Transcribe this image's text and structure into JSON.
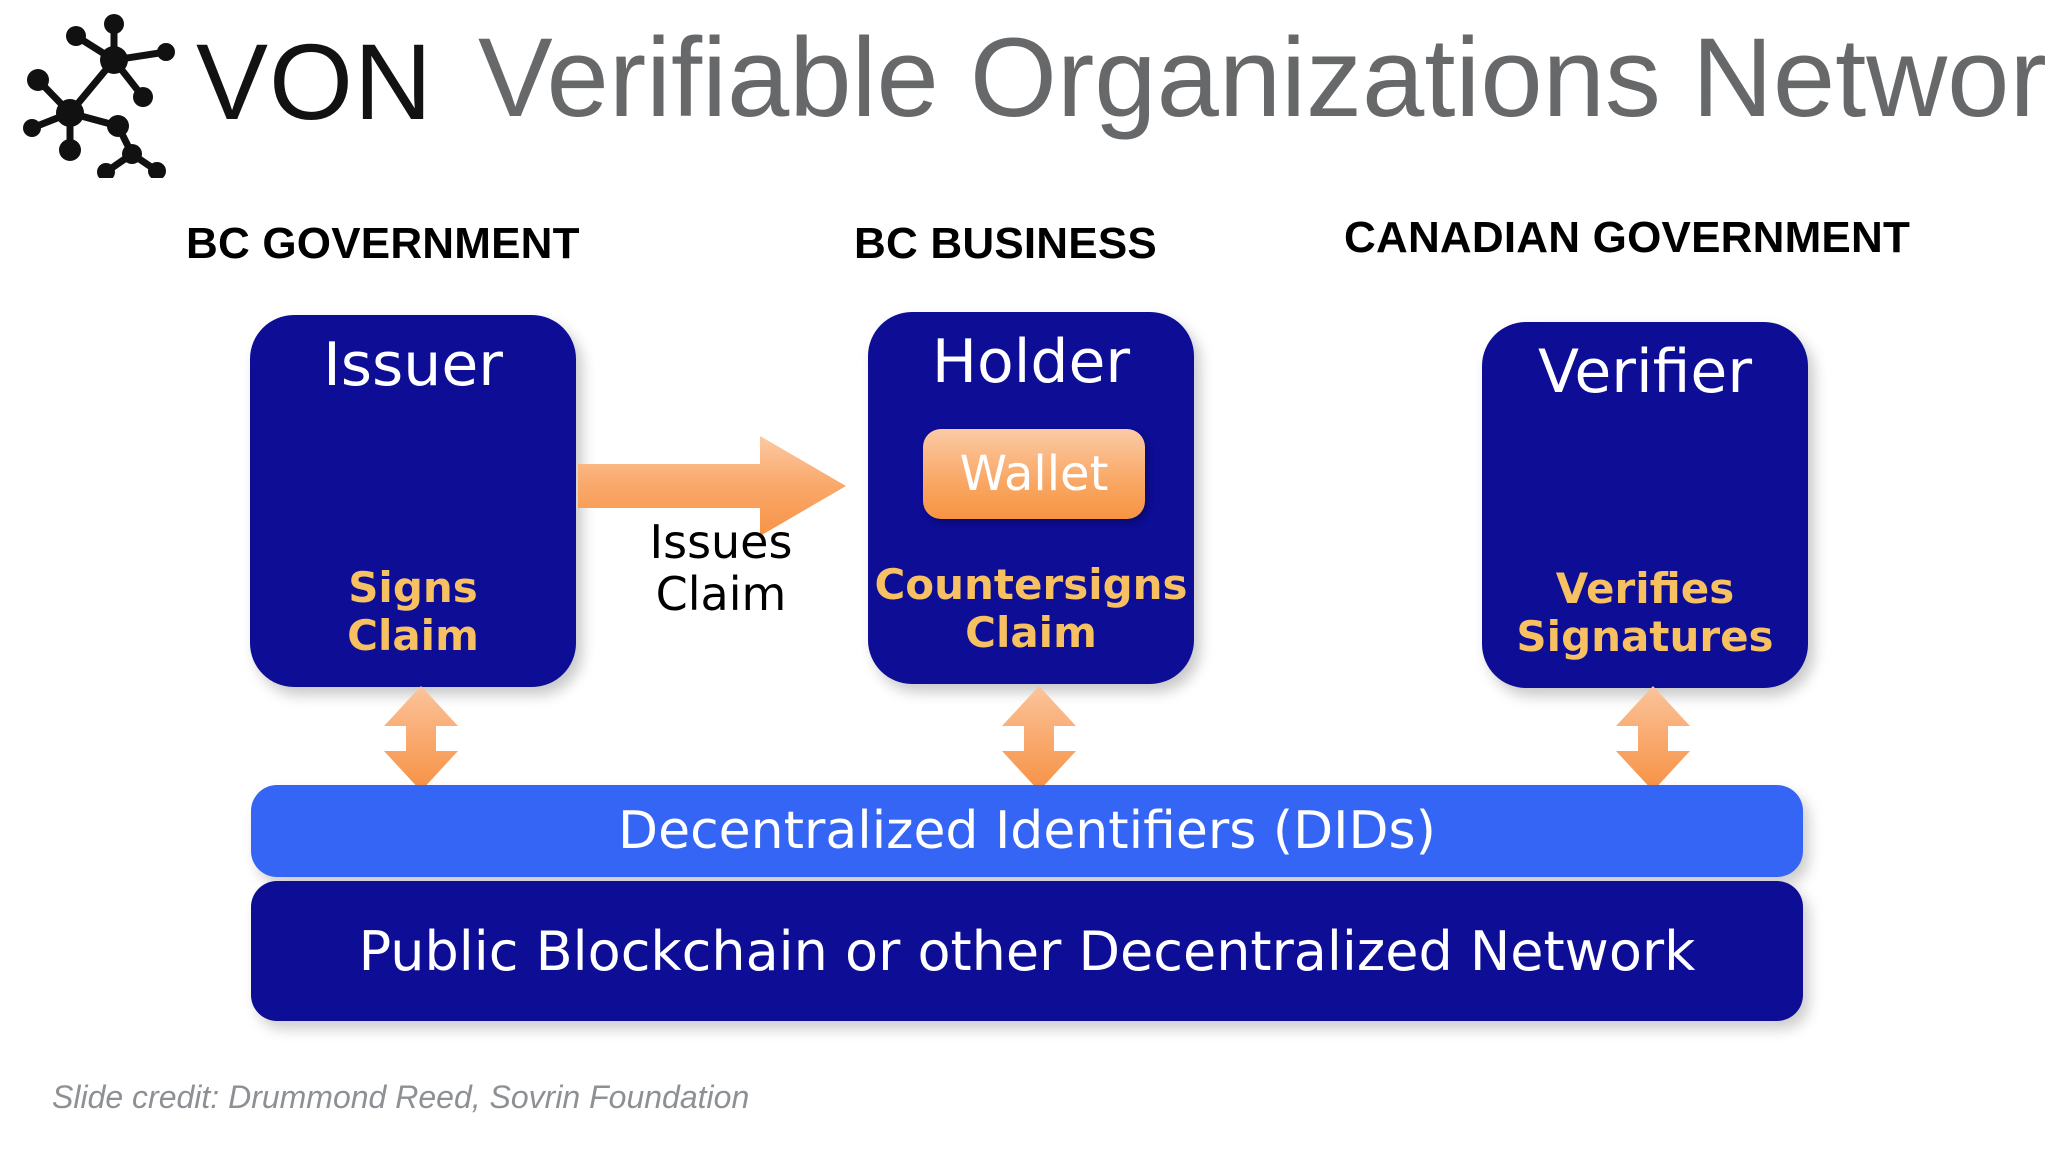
{
  "header": {
    "logo_name": "von-network-logo",
    "brand": "VON",
    "title": "Verifiable Organizations Network",
    "title_color": "#66686a"
  },
  "columns": [
    {
      "id": "bc-government",
      "caption": "BC GOVERNMENT"
    },
    {
      "id": "bc-business",
      "caption": "BC BUSINESS"
    },
    {
      "id": "canadian-government",
      "caption": "CANADIAN GOVERNMENT"
    }
  ],
  "actors": {
    "issuer": {
      "title": "Issuer",
      "subtitle": "Signs\nClaim",
      "box_color": "#0d0d96",
      "subtitle_color": "#f7c161"
    },
    "holder": {
      "title": "Holder",
      "subtitle": "Countersigns\nClaim",
      "wallet_label": "Wallet",
      "box_color": "#0d0d96",
      "subtitle_color": "#f7c161",
      "wallet_color": "#f9a968"
    },
    "verifier": {
      "title": "Verifier",
      "subtitle": "Verifies\nSignatures",
      "box_color": "#0d0d96",
      "subtitle_color": "#f7c161"
    }
  },
  "flows": {
    "issues_claim": {
      "label": "Issues\nClaim",
      "arrow_color": "#f9a968",
      "direction": "right"
    },
    "vertical_links": {
      "arrow_color": "#f9a968",
      "direction": "bidirectional",
      "count": 3
    }
  },
  "layers": [
    {
      "id": "dids",
      "label": "Decentralized Identifiers (DIDs)",
      "color": "#3565f4"
    },
    {
      "id": "blockchain",
      "label": "Public Blockchain or other Decentralized Network",
      "color": "#0d0d96"
    }
  ],
  "footer": {
    "credit": "Slide credit: Drummond Reed, Sovrin Foundation",
    "credit_color": "#8d9095"
  }
}
